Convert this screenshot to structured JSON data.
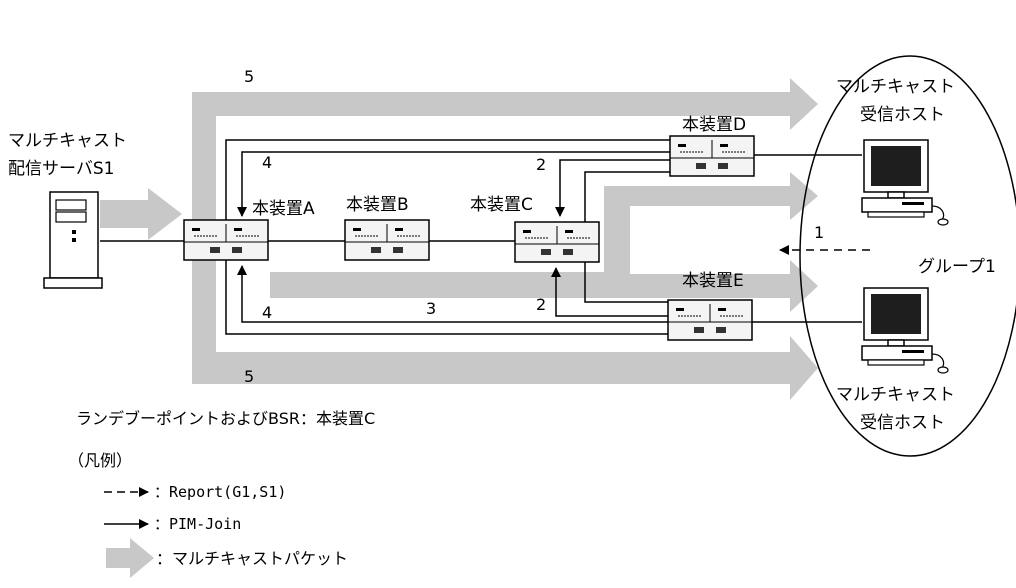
{
  "server": {
    "line1": "マルチキャスト",
    "line2": "配信サーバS1"
  },
  "devices": {
    "a": "本装置A",
    "b": "本装置B",
    "c": "本装置C",
    "d": "本装置D",
    "e": "本装置E"
  },
  "receivers": {
    "top": {
      "line1": "マルチキャスト",
      "line2": "受信ホスト"
    },
    "bottom": {
      "line1": "マルチキャスト",
      "line2": "受信ホスト"
    }
  },
  "group_label": "グループ1",
  "step_labels": {
    "report": "1",
    "join_d": "2",
    "join_e": "2",
    "packet_rp": "3",
    "join_a_top": "4",
    "join_a_bottom": "4",
    "packet_top": "5",
    "packet_bottom": "5"
  },
  "rp_note": "ランデブーポイントおよびBSR：本装置C",
  "legend": {
    "title": "（凡例）",
    "report": "：Report(G1,S1)",
    "join": "：PIM-Join",
    "packet": "：マルチキャストパケット"
  },
  "colors": {
    "packet_arrow": "#c8c8c8",
    "line": "#000000",
    "screen": "#1e1e1e"
  }
}
